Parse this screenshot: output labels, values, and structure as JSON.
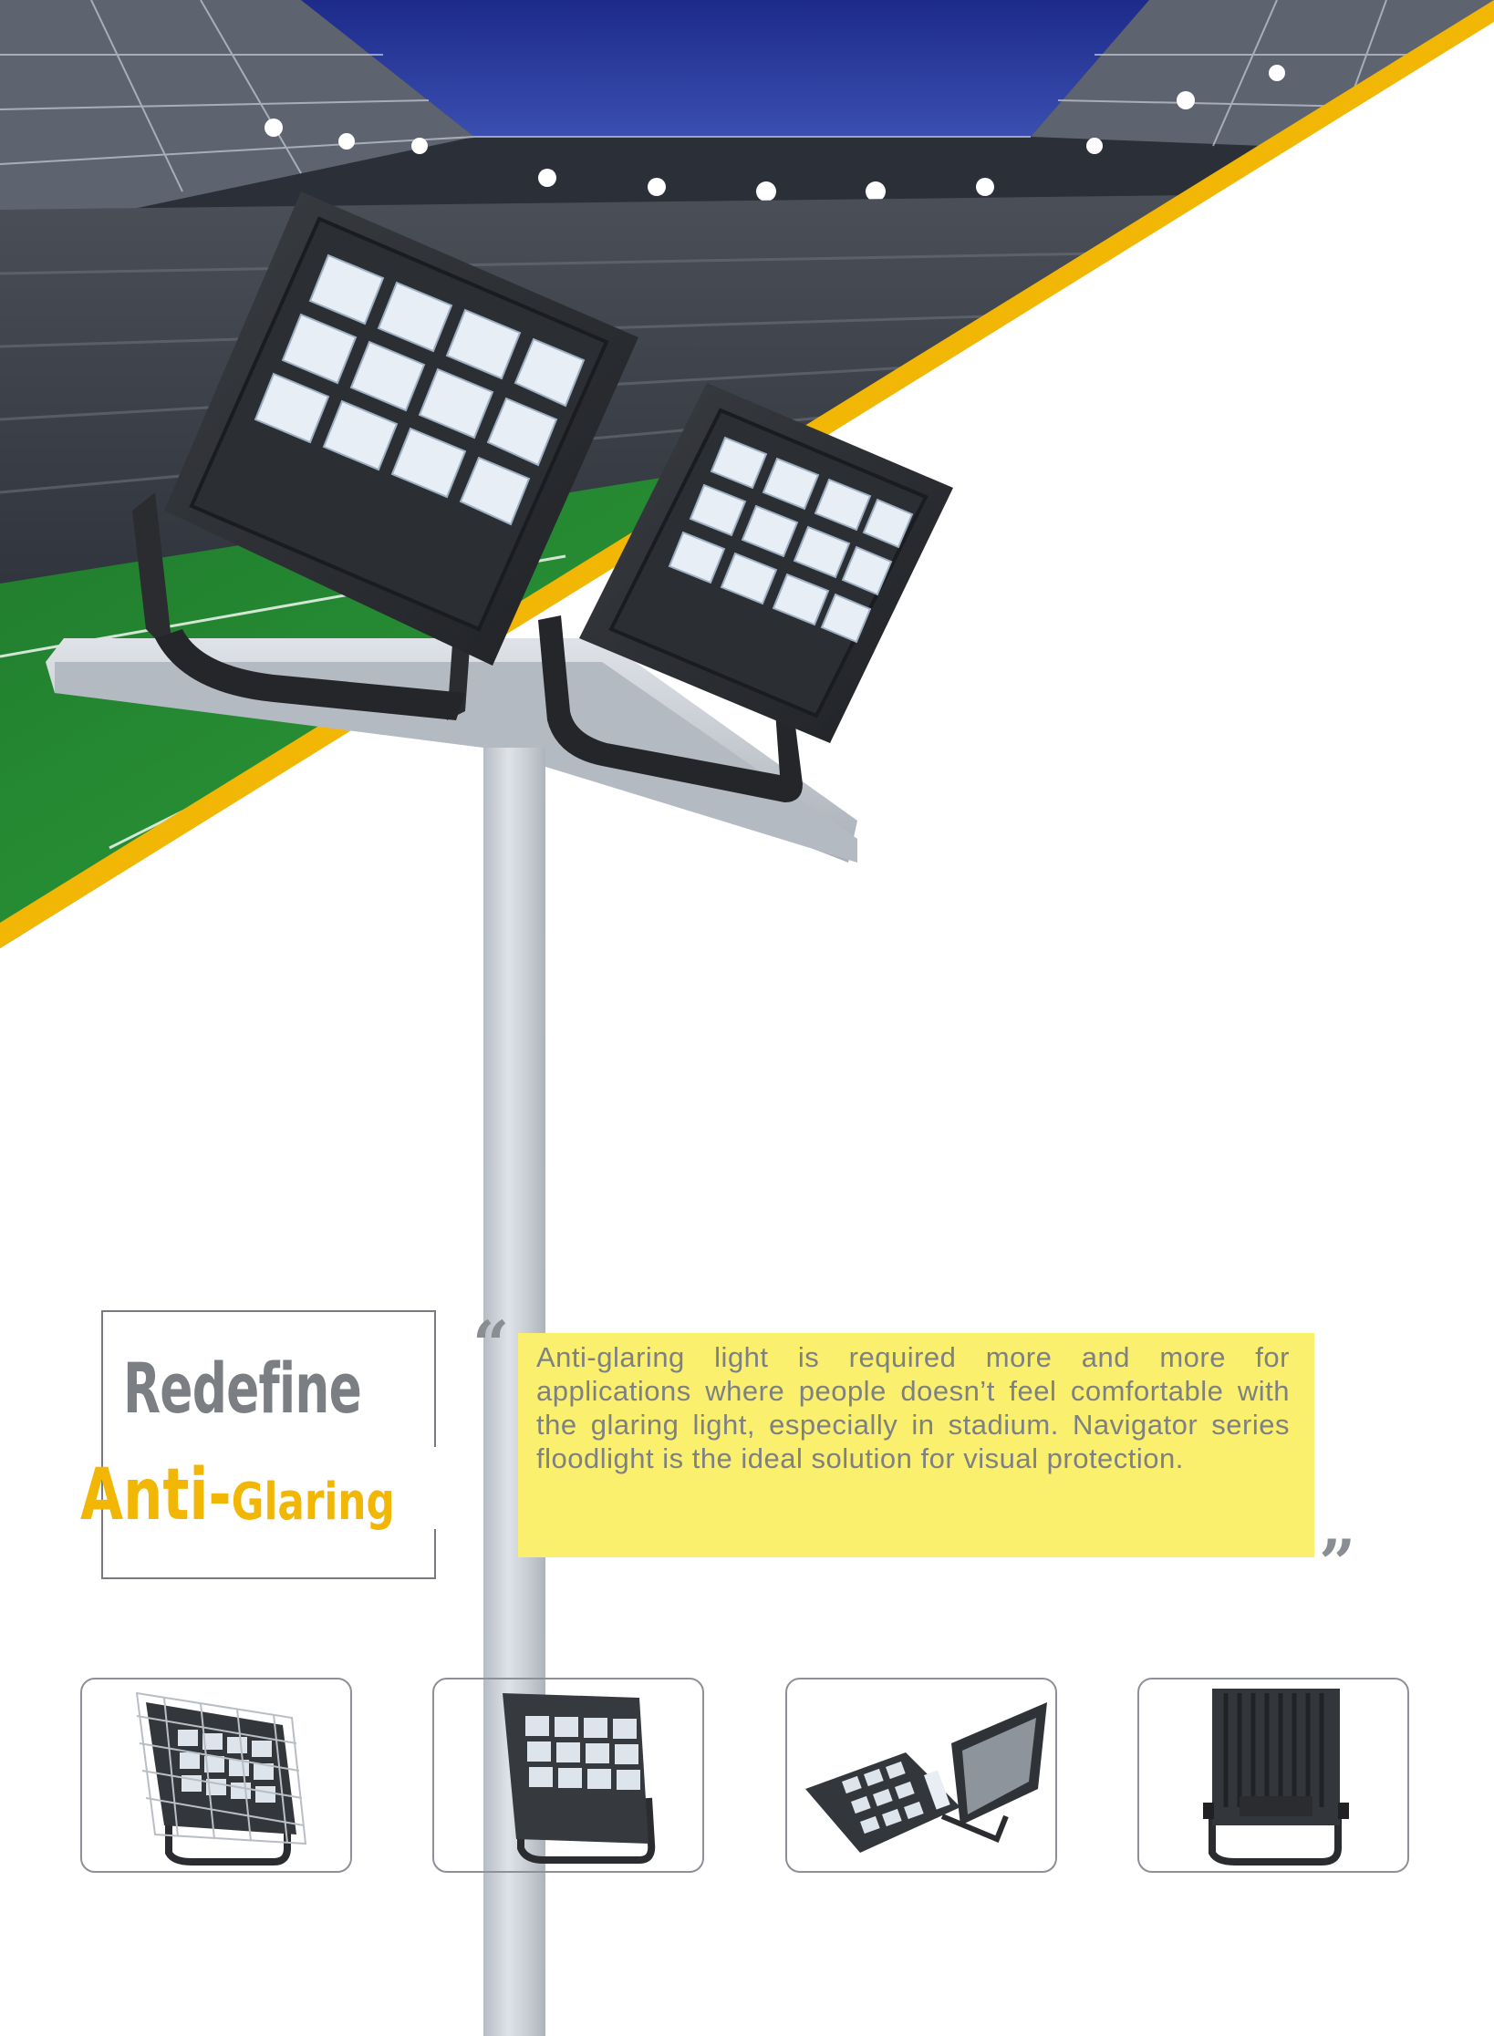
{
  "heading": {
    "line1": "Redefine",
    "line2_part1": "Anti-",
    "line2_part2": "Glaring"
  },
  "quote": {
    "open_mark": "“",
    "close_mark": "”",
    "text": "Anti-glaring light is required more and more for applications where people doesn’t feel comfortable with the glaring light, especially in stadium. Navigator series floodlight is the ideal solution for visual protection."
  },
  "images": {
    "hero": "stadium-floodlight-hero",
    "thumbnails": [
      "floodlight-with-guard-grille",
      "floodlight-front-view",
      "floodlight-open-cover",
      "floodlight-rear-view"
    ]
  },
  "colors": {
    "accent_yellow": "#f2b705",
    "highlight_yellow": "#faf06e",
    "text_gray": "#7d8084",
    "heading_gray": "#7b7e82"
  }
}
